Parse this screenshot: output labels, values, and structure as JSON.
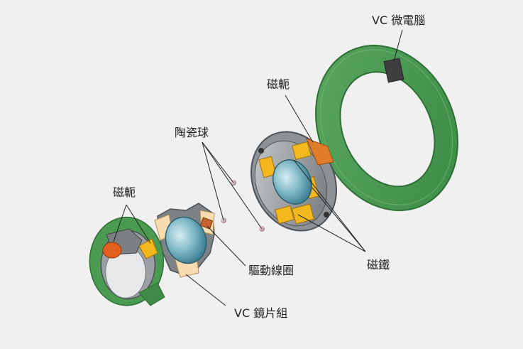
{
  "labels": {
    "microcomputer": "VC 微電腦",
    "yoke_top": "磁軛",
    "ceramic_balls": "陶瓷球",
    "yoke_left": "磁軛",
    "drive_coil": "驅動線圈",
    "magnets": "磁鐵",
    "lens_group": "VC 鏡片組"
  }
}
